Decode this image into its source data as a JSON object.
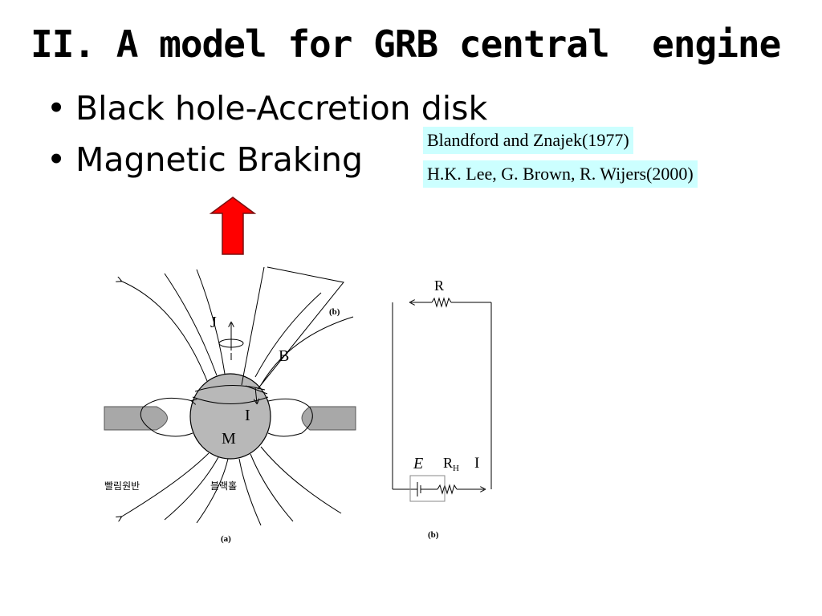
{
  "slide": {
    "title": "II. A model for GRB central  engine",
    "bullets": [
      {
        "marker": "•",
        "text": "Black hole-Accretion disk"
      },
      {
        "marker": "•",
        "text": "Magnetic Braking"
      }
    ],
    "references": [
      "Blandford and Znajek(1977)",
      "H.K. Lee, G. Brown, R. Wijers(2000)"
    ]
  },
  "figure_a": {
    "label_J": "J",
    "label_B": "B",
    "label_I": "I",
    "label_M": "M",
    "label_b_small": "(b)",
    "label_disk_korean": "빨림원반",
    "label_blackhole_korean": "블랙홀",
    "caption": "(a)"
  },
  "figure_b": {
    "label_R": "R",
    "label_E": "E",
    "label_RH": "R",
    "label_RH_sub": "H",
    "label_I": "I",
    "caption": "(b)"
  },
  "colors": {
    "arrow_fill": "#ff0000",
    "ref_bg": "#ccffff",
    "blackhole_gray": "#b8b8b8",
    "disk_gray": "#a8a8a8"
  }
}
